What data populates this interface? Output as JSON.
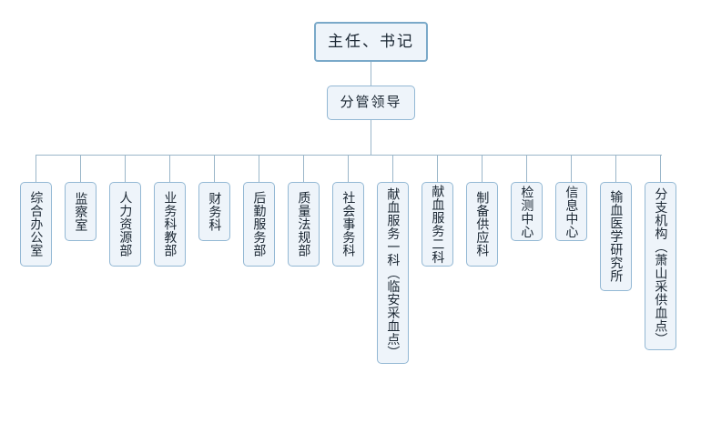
{
  "diagram": {
    "type": "org-chart",
    "title_node": {
      "label": "主任、书记"
    },
    "second_node": {
      "label": "分管领导"
    },
    "departments": [
      {
        "label": "综合办公室"
      },
      {
        "label": "监察室"
      },
      {
        "label": "人力资源部"
      },
      {
        "label": "业务科教部"
      },
      {
        "label": "财务科"
      },
      {
        "label": "后勤服务部"
      },
      {
        "label": "质量法规部"
      },
      {
        "label": "社会事务科"
      },
      {
        "label": "献血服务一科（临安采血点）"
      },
      {
        "label": "献血服务二科"
      },
      {
        "label": "制备供应科"
      },
      {
        "label": "检测中心"
      },
      {
        "label": "信息中心"
      },
      {
        "label": "输血医学研究所"
      },
      {
        "label": "分支机构（萧山采供血点）"
      }
    ],
    "colors": {
      "node_fill": "#eef4fa",
      "node_border": "#93b8d4",
      "top_border": "#7aa9c9",
      "connector": "#9ab6c9",
      "text": "#1b2733"
    }
  }
}
